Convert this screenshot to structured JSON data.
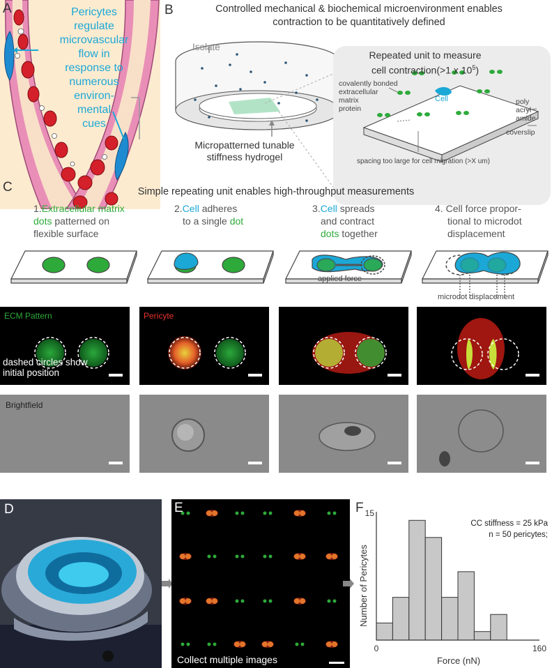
{
  "panels": {
    "a": {
      "letter": "A",
      "text_lines": [
        "Pericytes",
        "regulate",
        "microvascular",
        "flow in",
        "response to",
        "numerous",
        "environ-",
        "mental",
        "cues"
      ]
    },
    "b": {
      "letter": "B",
      "title_line1": "Controlled mechanical & biochemical microenvironment enables",
      "title_line2": "contraction to be quantitatively defined",
      "isolate_label": "Isolate",
      "hydrogel_line1": "Micropatterned tunable",
      "hydrogel_line2": "stiffness hydrogel",
      "unit_title_line1": "Repeated unit to measure",
      "unit_title_line2": "cell contraction(>1 x 10",
      "unit_title_sup": "5",
      "unit_title_end": ")",
      "ecm_label": [
        "covalently bonded",
        "extracellular",
        "matrix",
        "protein"
      ],
      "cell_label": "Cell",
      "pa_label": [
        "poly",
        "acryl",
        "amide"
      ],
      "coverslip_label": "coverslip",
      "spacing_label": "spacing too large for cell migration (>X um)"
    },
    "c": {
      "letter": "C",
      "title": "Simple repeating unit enables high-throughput measurements",
      "steps": [
        {
          "num": "1.",
          "line1_green": "Extracellular matrix",
          "line2_green": "dots",
          "line2_rest": " patterned on",
          "line3": "flexible surface"
        },
        {
          "num": "2.",
          "line1_cyan": "Cell",
          "line1_rest": " adheres",
          "line2_pre": "to a single ",
          "line2_green": "dot"
        },
        {
          "num": "3.",
          "line1_cyan": "Cell",
          "line1_rest": " spreads",
          "line2": "and contract",
          "line3_green": "dots",
          "line3_rest": " together"
        },
        {
          "num": "4.",
          "line1": "Cell force propor-",
          "line2": "tional to microdot",
          "line3": "displacement"
        }
      ],
      "applied_force": "applied force",
      "microdot_displacement": "microdot displacement",
      "ecm_pattern_label": "ECM Pattern",
      "pericyte_label": "Pericyte",
      "dashed_note_line1": "dashed circles show",
      "dashed_note_line2": "initial position",
      "brightfield_label": "Brightfield"
    },
    "d": {
      "letter": "D"
    },
    "e": {
      "letter": "E",
      "caption": "Collect multiple images"
    },
    "f": {
      "letter": "F",
      "annotation_line1": "CC stiffness = 25 kPa",
      "annotation_line2": "n = 50 pericytes;"
    }
  },
  "colors": {
    "ecm_green": "#2eaa3a",
    "cell_cyan": "#1ba8d6",
    "pericyte_red": "#e8322a",
    "vessel_pink": "#e98fb7",
    "rbc_red": "#d4202a",
    "bar_fill": "#c8c8c8"
  },
  "chart_data": {
    "type": "bar",
    "xlabel": "Force (nN)",
    "ylabel": "Number of Pericytes",
    "xlim": [
      0,
      160
    ],
    "ylim": [
      0,
      15
    ],
    "x_ticks": [
      "0",
      "160"
    ],
    "y_ticks": [
      "15"
    ],
    "bin_edges": [
      0,
      16,
      32,
      48,
      64,
      80,
      96,
      112,
      128,
      144,
      160
    ],
    "values": [
      2,
      5,
      14,
      12,
      5,
      8,
      1,
      3
    ],
    "bins": [
      [
        0,
        16
      ],
      [
        16,
        32
      ],
      [
        32,
        48
      ],
      [
        48,
        64
      ],
      [
        64,
        80
      ],
      [
        80,
        96
      ],
      [
        96,
        112
      ],
      [
        112,
        128
      ]
    ],
    "bin_values_full": [
      2,
      5,
      14,
      12,
      5,
      8,
      1,
      3
    ],
    "grid": false
  }
}
